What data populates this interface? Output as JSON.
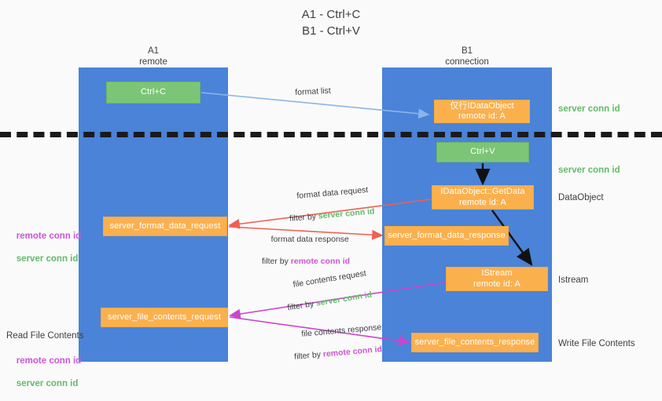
{
  "title": "A1 - Ctrl+C\nB1 - Ctrl+V",
  "columns": {
    "left": {
      "name": "A1",
      "role": "remote",
      "text": "A1\nremote"
    },
    "right": {
      "name": "B1",
      "role": "connection",
      "text": "B1\nconnection"
    }
  },
  "boxes": {
    "ctrl_c": {
      "label": "Ctrl+C",
      "color": "#7cc576"
    },
    "idataobject": {
      "line1": "仅行IDataObject",
      "line2": "remote id: A",
      "color": "#fbb04e"
    },
    "ctrl_v": {
      "label": "Ctrl+V",
      "color": "#7cc576"
    },
    "getdata": {
      "line1": "IDataObject::GetData",
      "line2": "remote id: A",
      "color": "#fbb04e"
    },
    "format_data_request": {
      "label": "server_format_data_request",
      "color": "#fbb04e"
    },
    "format_data_response": {
      "label": "server_format_data_response",
      "color": "#fbb04e"
    },
    "istream": {
      "line1": "IStream",
      "line2": "remote id: A",
      "color": "#fbb04e"
    },
    "file_contents_request": {
      "label": "server_file_contents_request",
      "color": "#fbb04e"
    },
    "file_contents_response": {
      "label": "server_file_contents_response",
      "color": "#fbb04e"
    }
  },
  "edge_labels": {
    "format_list": "format list",
    "format_data_request": {
      "line1": "format data request",
      "prefix": "filter by ",
      "token": "server conn id"
    },
    "format_data_response": {
      "line1": "format data response",
      "prefix": "filter by ",
      "token": "remote conn id"
    },
    "file_contents_request": {
      "line1": "file contents request",
      "prefix": "filter by ",
      "token": "server conn id"
    },
    "file_contents_response": {
      "line1": "file contents response",
      "prefix": "filter by ",
      "token": "remote conn id"
    }
  },
  "right_labels": {
    "server_conn_id_top": "server conn id",
    "server_conn_id_mid": "server conn id",
    "dataobject": "DataObject",
    "istream": "Istream",
    "write_file_contents": "Write File Contents"
  },
  "left_labels": {
    "format": {
      "remote": "remote conn id",
      "server": "server conn id"
    },
    "read_file": {
      "title": "Read File Contents",
      "remote": "remote conn id",
      "server": "server conn id"
    }
  },
  "colors": {
    "lane": "#4a83d8",
    "green": "#7cc576",
    "orange": "#fbb04e",
    "green_text": "#62bb6a",
    "magenta_text": "#cc55d6",
    "wire_blue": "#8ab6e8",
    "wire_red": "#ef5f52",
    "wire_magenta": "#cc44cc",
    "wire_black": "#111111",
    "divider": "#1a1a1a"
  }
}
